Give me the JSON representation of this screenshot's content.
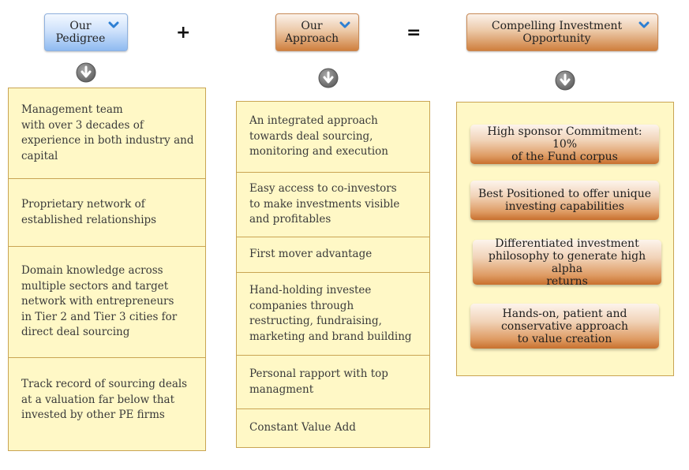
{
  "headers": {
    "pedigree": "Our\nPedigree",
    "approach": "Our\nApproach",
    "opportunity": "Compelling Investment\nOpportunity"
  },
  "operators": {
    "plus": "+",
    "equals": "="
  },
  "pedigree_items": [
    "Management team\nwith over 3 decades of\nexperience in both industry and\ncapital",
    "Proprietary network of\nestablished relationships",
    "Domain knowledge across\nmultiple sectors and target\nnetwork with entrepreneurs\nin Tier 2 and Tier 3 cities for\ndirect deal sourcing",
    "Track record of sourcing deals\nat a valuation far below  that\ninvested by other PE firms"
  ],
  "approach_items": [
    "An integrated approach\ntowards deal sourcing,\nmonitoring and execution",
    "Easy access to co-investors\nto make investments visible\nand profitables",
    "First mover advantage",
    "Hand-holding investee\ncompanies through\nrestructing, fundraising,\nmarketing and brand building",
    "Personal rapport with top\nmanagment",
    "Constant Value Add"
  ],
  "opportunity_items": [
    "High sponsor Commitment: 10%\nof the Fund corpus",
    "Best Positioned to offer unique\ninvesting capabilities",
    "Differentiated investment\nphilosophy to generate high alpha\nreturns",
    "Hands-on, patient and\nconservative approach\nto value creation"
  ],
  "colors": {
    "blue_header": "#a9cbf5",
    "orange_header": "#d98d4f",
    "panel_fill": "#fff8c6",
    "panel_border": "#c9a453",
    "chevron": "#2d7fd3",
    "down_arrow": "#7b7b7b"
  },
  "icons": {
    "chevron": "chevron-down-icon",
    "down_arrow": "arrow-down-circle-icon"
  }
}
